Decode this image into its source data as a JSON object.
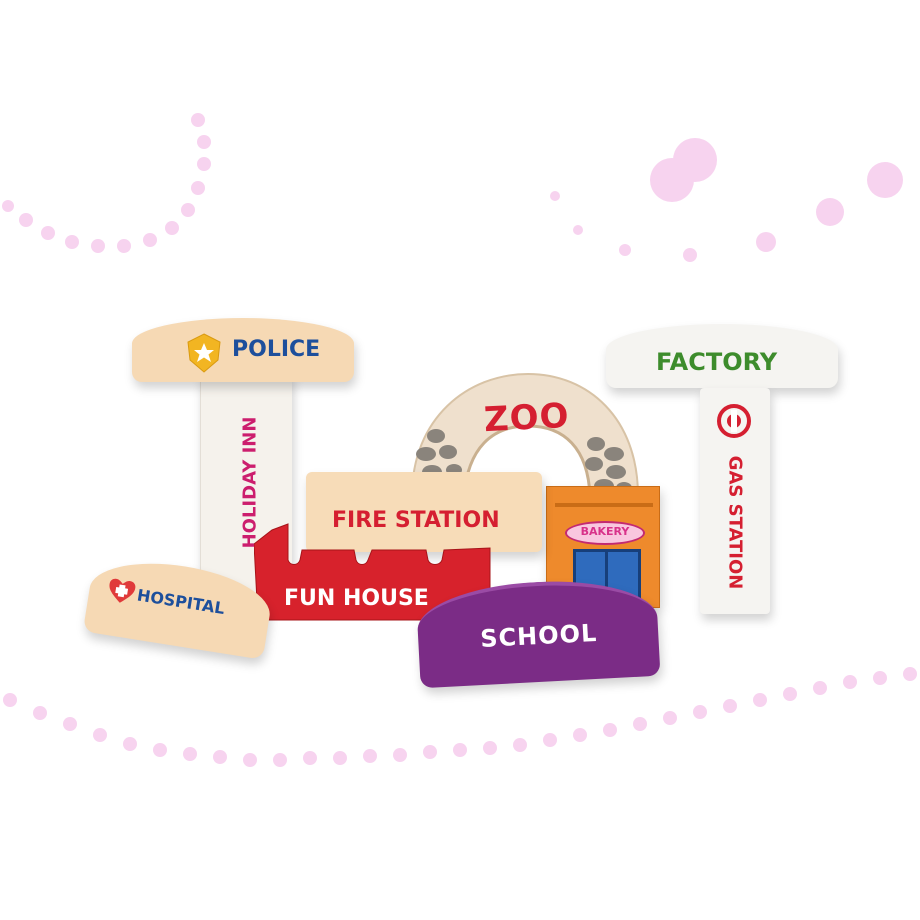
{
  "photo": {
    "background": "#ffffff",
    "dot_color": "#f7d3ef",
    "blocks": [
      {
        "id": "police",
        "label": "POLICE",
        "text_color": "#1d4f9c",
        "body_color": "#f6d9b4",
        "icon": "star-badge-icon"
      },
      {
        "id": "holiday_inn",
        "label": "HOLIDAY INN",
        "text_color": "#cc1e6e",
        "body_color": "#f5f2ec"
      },
      {
        "id": "zoo",
        "label": "ZOO",
        "text_color": "#d51f31",
        "body_color": "#f0e2cf",
        "icon": "rocks-icon"
      },
      {
        "id": "factory",
        "label": "FACTORY",
        "text_color": "#3d8c2c",
        "body_color": "#f5f4f1"
      },
      {
        "id": "gas_station",
        "label": "GAS STATION",
        "text_color": "#d51f31",
        "body_color": "#f5f4f1",
        "icon": "gas-logo-icon"
      },
      {
        "id": "fire_station",
        "label": "FIRE STATION",
        "text_color": "#d51f31",
        "body_color": "#f7dcb8"
      },
      {
        "id": "bakery",
        "label": "BAKERY",
        "text_color": "#d8328a",
        "body_color": "#ee8a2c"
      },
      {
        "id": "fun_house",
        "label": "FUN HOUSE",
        "text_color": "#ffffff",
        "body_color": "#d7222c"
      },
      {
        "id": "hospital",
        "label": "HOSPITAL",
        "text_color": "#1d4f9c",
        "body_color": "#f6d9b4",
        "icon": "heart-cross-icon"
      },
      {
        "id": "school",
        "label": "SCHOOL",
        "text_color": "#ffffff",
        "body_color": "#7b2c86"
      }
    ]
  }
}
